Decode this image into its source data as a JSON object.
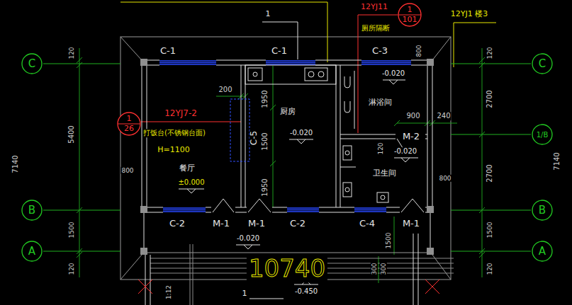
{
  "diagram": {
    "nodes": [
      {
        "text": [
          "1",
          "101"
        ]
      },
      {
        "text": [
          "C"
        ]
      },
      {
        "text": [
          "C"
        ]
      },
      {
        "text": [
          "1",
          "26"
        ]
      },
      {
        "text": [
          "1/B"
        ]
      },
      {
        "text": [
          "B"
        ]
      },
      {
        "text": [
          "B"
        ]
      },
      {
        "text": [
          "A"
        ]
      },
      {
        "text": [
          "A"
        ]
      }
    ],
    "labels": [
      "1",
      "12YJ11",
      "厕所隔断",
      "12YJ1 楼3",
      "C-1",
      "C-1",
      "C-3",
      "800",
      "120",
      "120",
      "-0.020",
      "200",
      "1950",
      "厨房",
      "淋浴间",
      "12YJ7-2",
      "900",
      "240",
      "打饭台(不锈钢台面)",
      "C-5",
      "-0.020",
      "M-2",
      "1500",
      "5400",
      "2700",
      "120",
      "H=1100",
      "-0.020",
      "7140",
      "7140",
      "800",
      "餐厅",
      "卫生间",
      "2700",
      "800",
      "±0.000",
      "1950",
      "C-2",
      "M-1",
      "M-1",
      "C-2",
      "C-4",
      "M-1",
      "1500",
      "1500",
      "-0.020",
      "1500",
      "300",
      "300",
      "120",
      "120",
      "10740",
      "1",
      "-0.450",
      "1:12"
    ]
  }
}
